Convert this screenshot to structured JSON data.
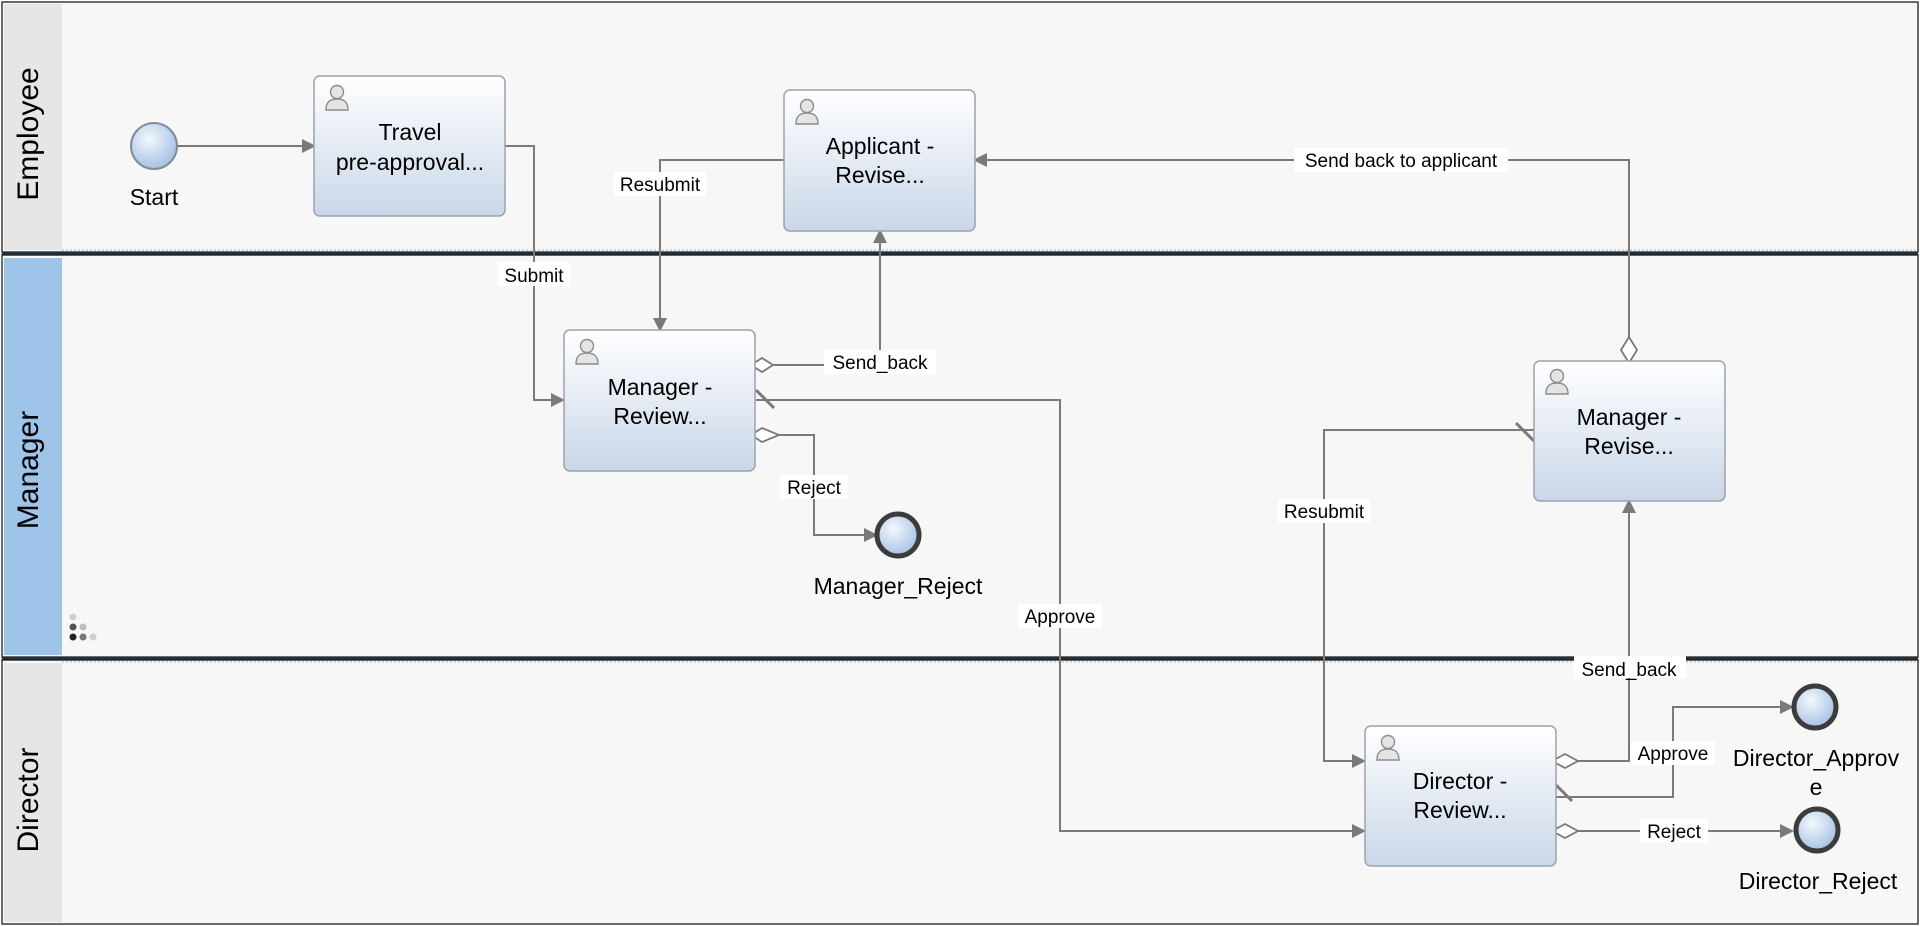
{
  "lanes": [
    {
      "id": "employee",
      "label": "Employee",
      "header_color": "#e6e6e6"
    },
    {
      "id": "manager",
      "label": "Manager",
      "header_color": "#9ec4ea"
    },
    {
      "id": "director",
      "label": "Director",
      "header_color": "#e6e6e6"
    }
  ],
  "tasks": {
    "travel": {
      "line1": "Travel",
      "line2": "pre-approval..."
    },
    "applicant_revise": {
      "line1": "Applicant -",
      "line2": "Revise..."
    },
    "manager_review": {
      "line1": "Manager -",
      "line2": "Review..."
    },
    "manager_revise": {
      "line1": "Manager -",
      "line2": "Revise..."
    },
    "director_review": {
      "line1": "Director -",
      "line2": "Review..."
    }
  },
  "events": {
    "start": {
      "label": "Start"
    },
    "manager_reject": {
      "label": "Manager_Reject"
    },
    "director_approve": {
      "line1": "Director_Approv",
      "line2": "e"
    },
    "director_reject": {
      "label": "Director_Reject"
    }
  },
  "flows": {
    "submit": "Submit",
    "resubmit_employee": "Resubmit",
    "send_back_manager": "Send_back",
    "reject_manager": "Reject",
    "approve_manager": "Approve",
    "send_back_to_applicant": "Send back to applicant",
    "resubmit_manager": "Resubmit",
    "send_back_director": "Send_back",
    "approve_director": "Approve",
    "reject_director": "Reject"
  },
  "icons": {
    "task": "user-icon",
    "lane_tool": "dots-icon"
  },
  "colors": {
    "flow": "#7a7a7a",
    "task_top": "#ffffff",
    "task_bottom": "#c9d7e8",
    "event_center": "#e8f0fa",
    "event_edge": "#8fb0d8",
    "lane_divider": "#1c2a36"
  }
}
